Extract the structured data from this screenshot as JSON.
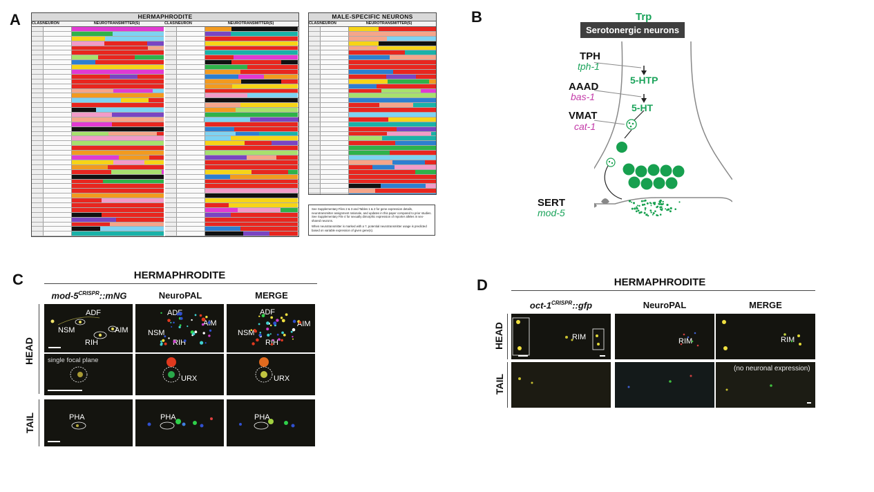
{
  "panels": {
    "a": "A",
    "b": "B",
    "c": "C",
    "d": "D"
  },
  "panel_a": {
    "herm_title": "HERMAPHRODITE",
    "male_title": "MALE-SPECIFIC NEURONS",
    "col_class": "CLASS",
    "col_neuron": "NEURON",
    "col_nt": "NEUROTRANSMITTER(S)",
    "note_text": "See Supplementary Files 2 & 3 and Tables 1 & 2 for gene expression details, neurotransmitter assignment rationale, and updates in this paper compared to prior studies. See Supplementary File 4 for sexually dimorphic expression of reporter alleles in sex-shared neurons.",
    "note_text2": "When neurotransmitter is marked with a ?, potential neurotransmitter usage is predicted based on variable expression of given gene(s).",
    "colors": {
      "red": "#e8261f",
      "yellow": "#f7d417",
      "orange": "#f29a1f",
      "green": "#2fb24a",
      "blue": "#2d7fd0",
      "teal": "#1ab2a8",
      "black": "#111111",
      "pink": "#f29bc8",
      "purple": "#7a45c2",
      "magenta": "#e13ad2",
      "lightblue": "#7ed3f2",
      "lightgreen": "#a7e06d",
      "salmon": "#f5a58a"
    }
  },
  "panel_b": {
    "badge": "Serotonergic neurons",
    "tph": "TPH",
    "tph_gene": "tph-1",
    "aaad": "AAAD",
    "aaad_gene": "bas-1",
    "vmat": "VMAT",
    "vmat_gene": "cat-1",
    "sert": "SERT",
    "sert_gene": "mod-5",
    "trp": "Trp",
    "htp": "5-HTP",
    "ht": "5-HT",
    "colors": {
      "green": "#1aa35a",
      "magenta": "#c33aa8",
      "vesicle": "#17a04f"
    }
  },
  "panel_c": {
    "header": "HERMAPHRODITE",
    "col1_gene": "mod-5",
    "col1_sup": "CRISPR",
    "col1_suffix": "::mNG",
    "col2": "NeuroPAL",
    "col3": "MERGE",
    "row_head": "HEAD",
    "row_tail": "TAIL",
    "labels": {
      "adf": "ADF",
      "nsm": "NSM",
      "rih": "RIH",
      "aim": "AIM",
      "urx": "URX",
      "pha": "PHA",
      "single_focal": "single focal plane"
    }
  },
  "panel_d": {
    "header": "HERMAPHRODITE",
    "col1_gene": "oct-1",
    "col1_sup": "CRISPR",
    "col1_suffix": "::gfp",
    "col2": "NeuroPAL",
    "col3": "MERGE",
    "row_head": "HEAD",
    "row_tail": "TAIL",
    "labels": {
      "rim": "RIM",
      "no_expr": "(no neuronal expression)"
    }
  }
}
